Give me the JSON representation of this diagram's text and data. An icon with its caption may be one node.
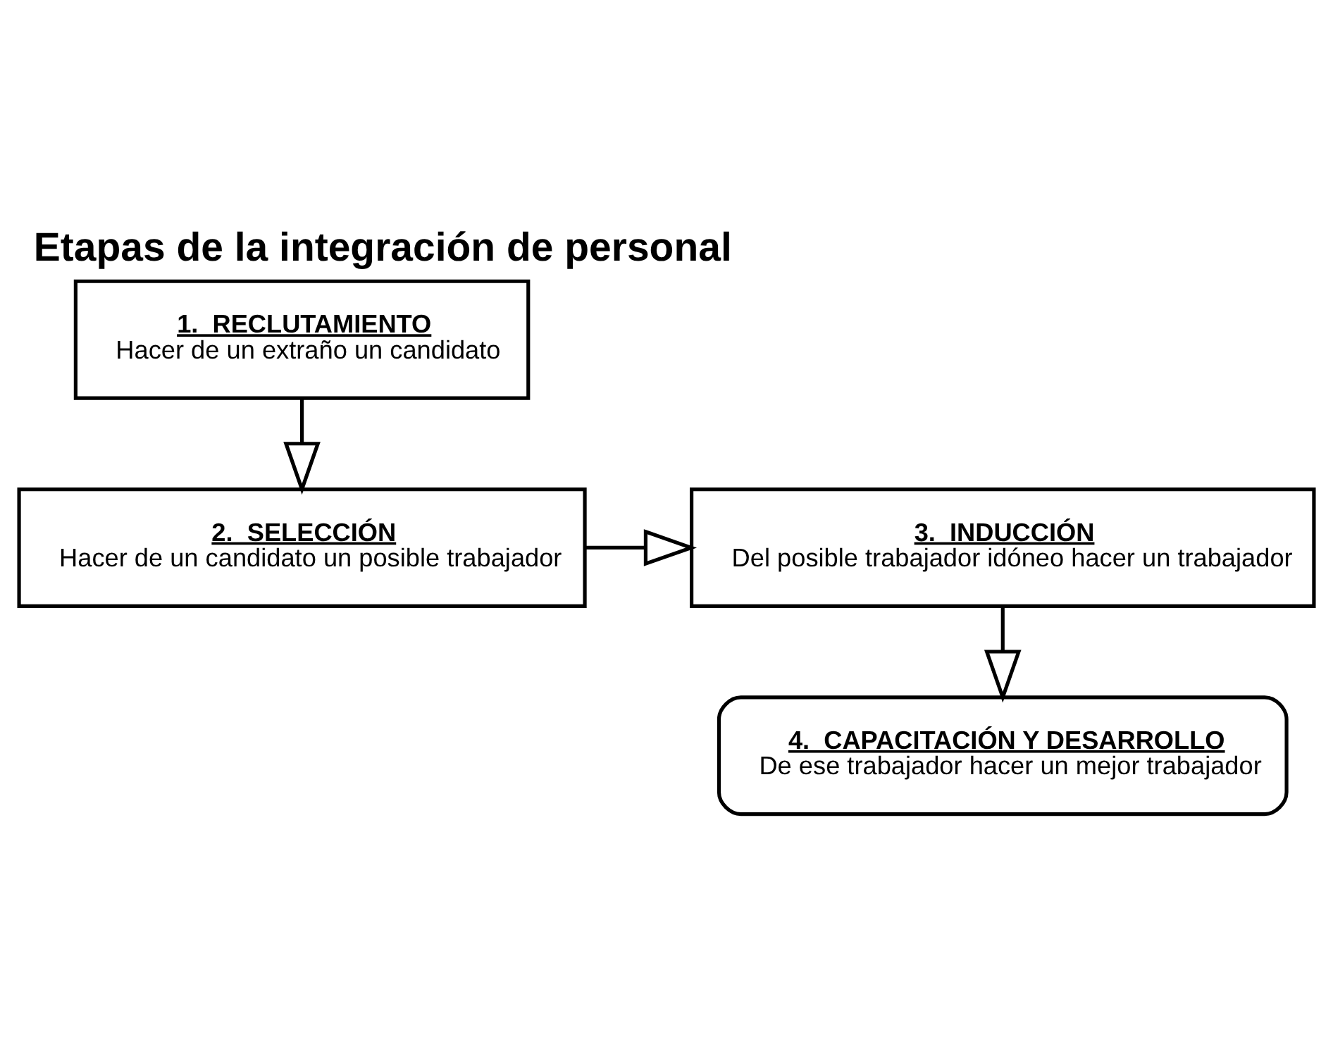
{
  "diagram": {
    "title": "Etapas de la integración de personal",
    "nodes": [
      {
        "text": [
          "1.  RECLUTAMIENTO",
          "Hacer de un extraño un candidato"
        ]
      },
      {
        "text": [
          "2.  SELECCIÓN",
          "Hacer de un candidato un posible trabajador"
        ]
      },
      {
        "text": [
          "3.  INDUCCIÓN",
          "Del posible trabajador idóneo hacer un trabajador"
        ]
      },
      {
        "text": [
          "4.  CAPACITACIÓN Y DESARROLLO",
          "De ese trabajador hacer un mejor trabajador"
        ]
      }
    ],
    "edges": [
      {
        "from": 0,
        "to": 1,
        "arrow": "to"
      },
      {
        "from": 1,
        "to": 2,
        "arrow": "to"
      },
      {
        "from": 2,
        "to": 3,
        "arrow": "to"
      }
    ]
  }
}
